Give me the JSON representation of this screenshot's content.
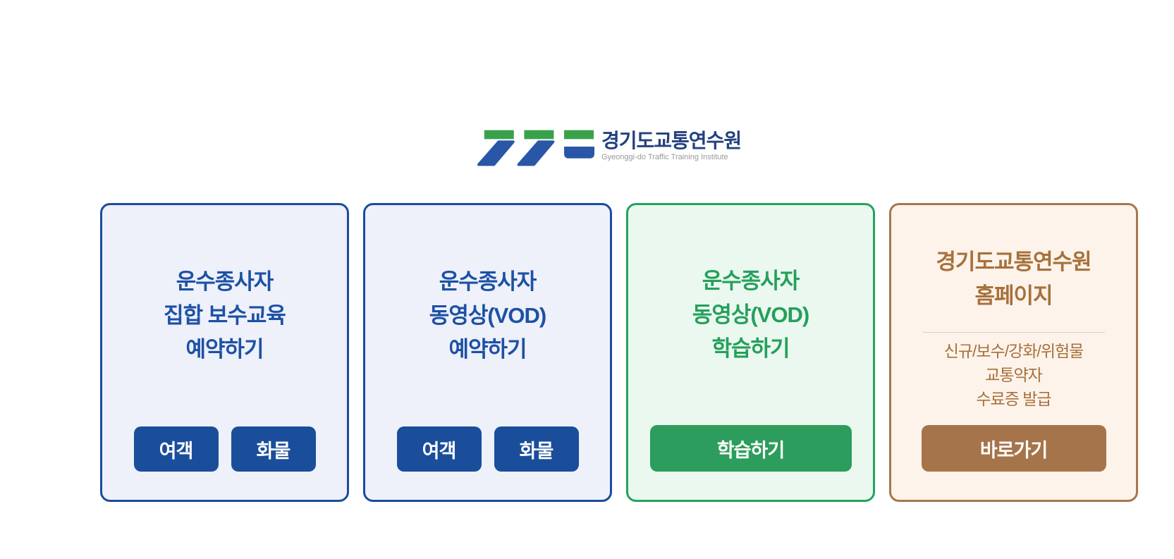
{
  "logo": {
    "title": "경기도교통연수원",
    "subtitle": "Gyeonggi-do Traffic Training Institute",
    "mark_icon": "traffic-institute-logo-mark",
    "colors": {
      "mark_green": "#3aa14b",
      "mark_blue": "#2a56a8",
      "title_text": "#24407f",
      "subtitle_text": "#999999"
    }
  },
  "cards": [
    {
      "theme_color": "#1b4c9b",
      "background_color": "#eef0fa",
      "lines": [
        "운수종사자",
        "집합 보수교육",
        "예약하기"
      ],
      "buttons": [
        {
          "label": "여객"
        },
        {
          "label": "화물"
        }
      ]
    },
    {
      "theme_color": "#1b4c9b",
      "background_color": "#eef0fa",
      "lines": [
        "운수종사자",
        "동영상(VOD)",
        "예약하기"
      ],
      "buttons": [
        {
          "label": "여객"
        },
        {
          "label": "화물"
        }
      ]
    },
    {
      "theme_color": "#23a45c",
      "background_color": "#ebf8f0",
      "lines": [
        "운수종사자",
        "동영상(VOD)",
        "학습하기"
      ],
      "buttons": [
        {
          "label": "학습하기"
        }
      ]
    },
    {
      "theme_color": "#a8764c",
      "background_color": "#fdf3ea",
      "title_lines": [
        "경기도교통연수원",
        "홈페이지"
      ],
      "desc_lines": [
        "신규/보수/강화/위험물",
        "교통약자",
        "수료증 발급"
      ],
      "buttons": [
        {
          "label": "바로가기"
        }
      ]
    }
  ]
}
